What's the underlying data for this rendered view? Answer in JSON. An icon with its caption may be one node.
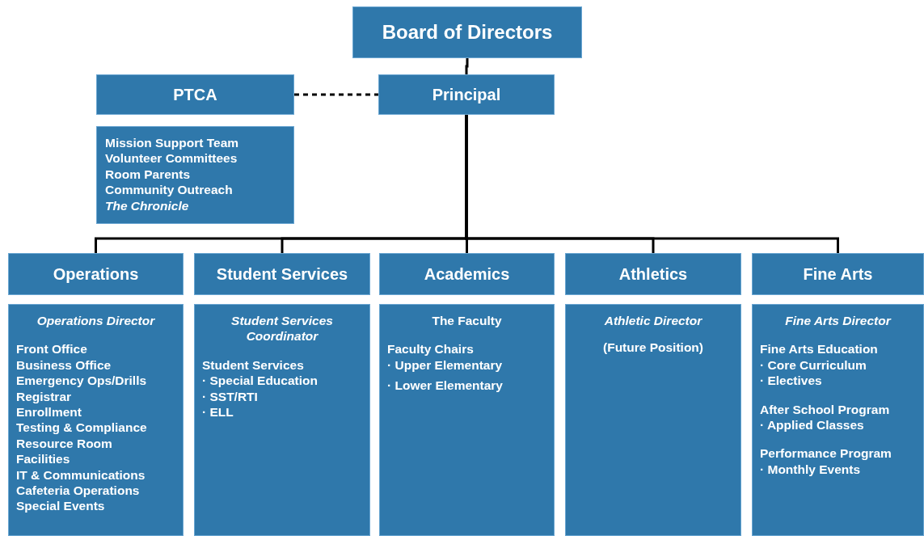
{
  "diagram": {
    "nodes": [
      {
        "text": [
          "Board of Directors"
        ]
      },
      {
        "text": [
          "PTCA"
        ]
      },
      {
        "text": [
          "Principal"
        ]
      },
      {
        "text": [
          "Mission Support Team",
          "Volunteer Committees",
          "Room Parents",
          "Community Outreach",
          "The Chronicle"
        ]
      },
      {
        "text": [
          "Operations"
        ]
      },
      {
        "text": [
          "Student Services"
        ]
      },
      {
        "text": [
          "Academics"
        ]
      },
      {
        "text": [
          "Athletics"
        ]
      },
      {
        "text": [
          "Fine Arts"
        ]
      },
      {
        "text": [
          "Operations Director",
          "Front Office",
          "Business Office",
          "Emergency Ops/Drills",
          "Registrar",
          "Enrollment",
          "Testing & Compliance",
          "Resource Room",
          "Facilities",
          "IT & Communications",
          "Cafeteria Operations",
          "Special Events"
        ]
      },
      {
        "text": [
          "Student Services Coordinator",
          "Student Services",
          "· Special Education",
          "· SST/RTI",
          "· ELL"
        ]
      },
      {
        "text": [
          "The Faculty",
          "Faculty Chairs",
          "· Upper Elementary",
          "· Lower Elementary"
        ]
      },
      {
        "text": [
          "Athletic Director",
          "(Future Position)"
        ]
      },
      {
        "text": [
          "Fine Arts Director",
          "Fine Arts Education",
          "· Core Curriculum",
          "· Electives",
          "After School Program",
          "· Applied Classes",
          "Performance Program",
          "· Monthly Events"
        ]
      }
    ],
    "edges": [
      {
        "from": 0,
        "to": 2,
        "arrow": "none"
      },
      {
        "from": 1,
        "to": 2,
        "arrow": "none",
        "style": "dashed"
      },
      {
        "from": 2,
        "to": 4,
        "arrow": "none"
      },
      {
        "from": 2,
        "to": 5,
        "arrow": "none"
      },
      {
        "from": 2,
        "to": 6,
        "arrow": "none"
      },
      {
        "from": 2,
        "to": 7,
        "arrow": "none"
      },
      {
        "from": 2,
        "to": 8,
        "arrow": "none"
      }
    ]
  }
}
